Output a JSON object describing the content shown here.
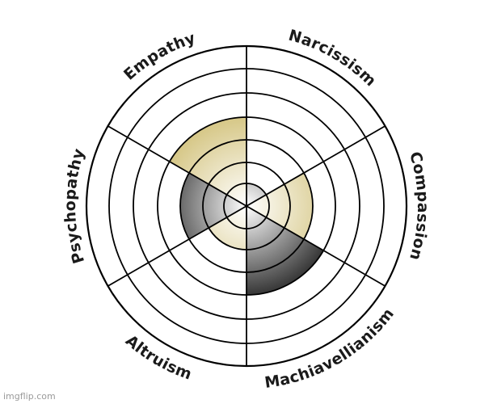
{
  "chart_data": {
    "type": "radial-bar",
    "categories": [
      "Narcissism",
      "Compassion",
      "Machiavellianism",
      "Altruism",
      "Psychopathy",
      "Empathy"
    ],
    "values": [
      1,
      3,
      4,
      2,
      3,
      4
    ],
    "max": 5,
    "series_style": [
      "dark",
      "light",
      "dark",
      "light",
      "dark",
      "light"
    ],
    "colors": {
      "light": "#cbb866",
      "dark": "#000000",
      "center": "#ffffff",
      "grid": "#000000"
    },
    "grid": true
  },
  "watermark": "imgflip.com"
}
